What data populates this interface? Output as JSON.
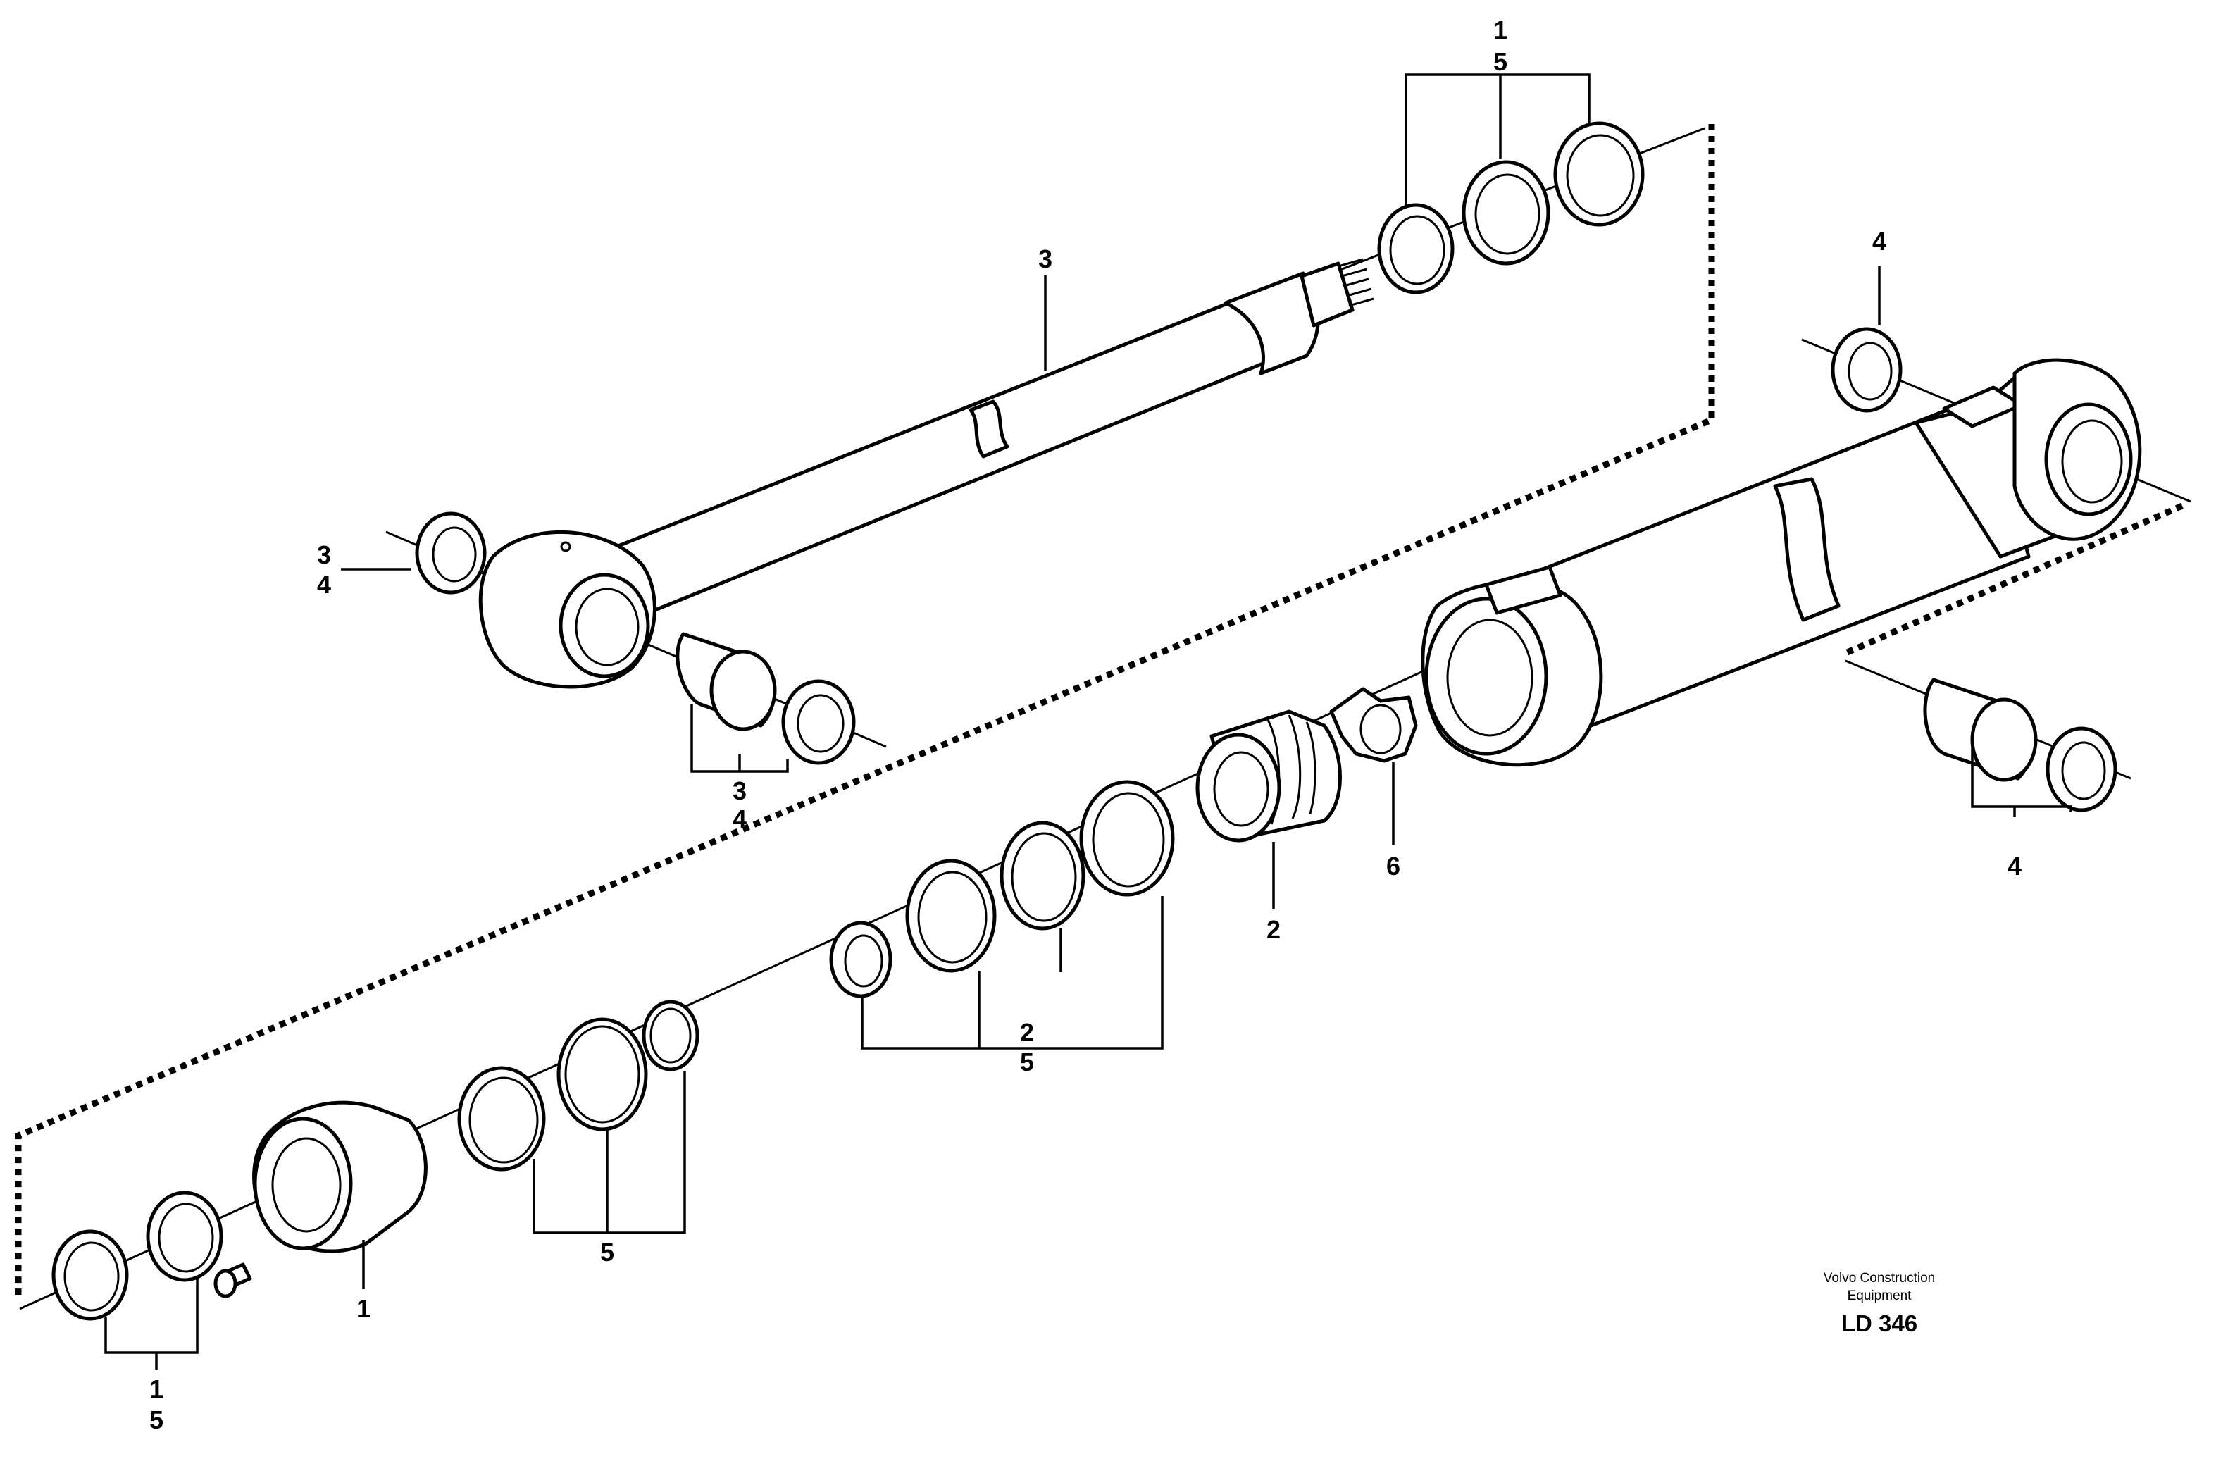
{
  "callouts": {
    "c_top_15": [
      "1",
      "5"
    ],
    "c_rod_3": [
      "3"
    ],
    "c_rod_34_left": [
      "3",
      "4"
    ],
    "c_rod_34_bottom": [
      "3",
      "4"
    ],
    "c_cyl_4_top": [
      "4"
    ],
    "c_cyl_4_right": [
      "4"
    ],
    "c_piston_2": [
      "2"
    ],
    "c_nut_6": [
      "6"
    ],
    "c_seals_25": [
      "2",
      "5"
    ],
    "c_orings_5": [
      "5"
    ],
    "c_head_1": [
      "1"
    ],
    "c_bottom_15": [
      "1",
      "5"
    ]
  },
  "credit": {
    "line1": "Volvo Construction",
    "line2": "Equipment",
    "code": "LD 346"
  }
}
